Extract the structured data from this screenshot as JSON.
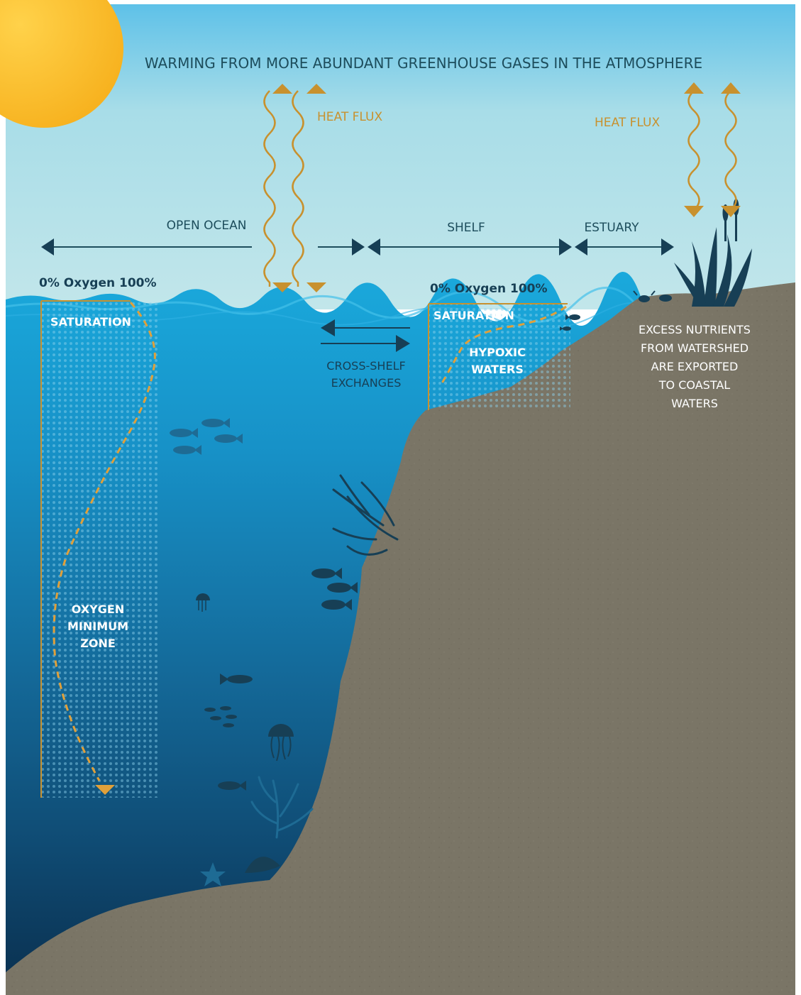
{
  "title": "WARMING FROM MORE ABUNDANT GREENHOUSE GASES IN THE ATMOSPHERE",
  "heat_flux_label": "HEAT FLUX",
  "zones": {
    "open_ocean": "OPEN OCEAN",
    "shelf": "SHELF",
    "estuary": "ESTUARY"
  },
  "open_ocean_profile": {
    "oxygen_scale": "0% Oxygen 100%",
    "saturation": "SATURATION",
    "minimum_zone": [
      "OXYGEN",
      "MINIMUM",
      "ZONE"
    ]
  },
  "shelf_profile": {
    "oxygen_scale": "0% Oxygen 100%",
    "saturation": "SATURATION",
    "hypoxic": [
      "HYPOXIC",
      "WATERS"
    ]
  },
  "cross_shelf": [
    "CROSS-SHELF",
    "EXCHANGES"
  ],
  "nutrients": [
    "EXCESS NUTRIENTS",
    "FROM WATERSHED",
    "ARE EXPORTED",
    "TO COASTAL",
    "WATERS"
  ],
  "colors": {
    "sky_top": "#5ec1e8",
    "sky_bottom": "#b3e2ea",
    "water_top": "#1aa3d6",
    "water_bottom": "#0b2f4f",
    "land": "#7a7566",
    "arrow_orange": "#c8912e",
    "text_dark": "#1d4d5c",
    "sun": "#fbbf2a"
  }
}
